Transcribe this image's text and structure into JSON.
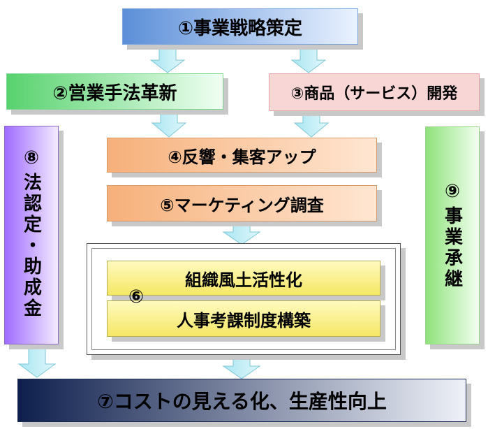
{
  "boxes": {
    "strategy": "①事業戦略策定",
    "sales": "②営業手法革新",
    "product": "③商品（サービス）開発",
    "response": "④反響・集客アップ",
    "marketing": "⑤マーケティング調査",
    "culture": "組織風土活性化",
    "hr": "人事考課制度構築",
    "group_num": "⑥",
    "subsidy_num": "⑧",
    "subsidy": "法認定・助成金",
    "succession_num": "⑨",
    "succession": "事業承継",
    "result": "⑦コストの見える化、生産性向上"
  },
  "colors": {
    "strategy": "#5b8fd8",
    "sales": "#58d26e",
    "product": "#f9d6d6",
    "response": "#f6b07a",
    "purple": "#9f6cff",
    "light_green": "#8fe27b",
    "yellow": "#f5e765",
    "navy": "#0e1f4d",
    "arrow": "#b7ecf5"
  }
}
